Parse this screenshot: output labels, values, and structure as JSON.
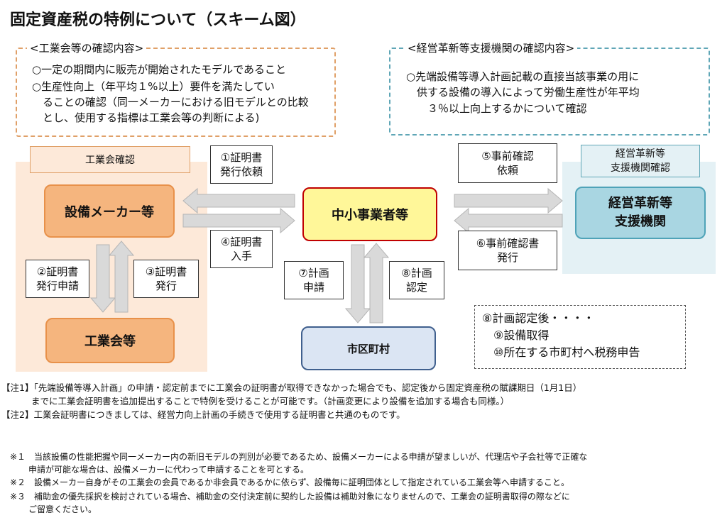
{
  "title": "固定資産税の特例について（スキーム図）",
  "kogyokai_check": {
    "heading": "<工業会等の確認内容>",
    "lines": [
      "○一定の期間内に販売が開始されたモデルであること",
      "○生産性向上（年平均１%以上）要件を満たしてい",
      "　ることの確認（同一メーカーにおける旧モデルとの比較",
      "　とし、使用する指標は工業会等の判断による)"
    ]
  },
  "shien_check": {
    "heading": "<経営革新等支援機関の確認内容>",
    "lines": [
      "○先端設備等導入計画記載の直接当該事業の用に",
      "　供する設備の導入によって労働生産性が年平均",
      "　　３％以上向上するかについて確認"
    ]
  },
  "zones": {
    "kogyokai": "工業会確認",
    "shien_line1": "経営革新等",
    "shien_line2": "支援機関確認"
  },
  "nodes": {
    "maker": "設備メーカー等",
    "sme": "中小事業者等",
    "kogyokai": "工業会等",
    "shien_line1": "経営革新等",
    "shien_line2": "支援機関",
    "city": "市区町村"
  },
  "labels": {
    "l1_a": "①証明書",
    "l1_b": "発行依頼",
    "l2_a": "②証明書",
    "l2_b": "発行申請",
    "l3_a": "③証明書",
    "l3_b": "発行",
    "l4_a": "④証明書",
    "l4_b": "入手",
    "l5_a": "⑤事前確認",
    "l5_b": "依頼",
    "l6_a": "⑥事前確認書",
    "l6_b": "発行",
    "l7_a": "⑦計画",
    "l7_b": "申請",
    "l8_a": "⑧計画",
    "l8_b": "認定"
  },
  "after": {
    "line1": "⑧計画認定後・・・・",
    "line2": "⑨設備取得",
    "line3": "⑩所在する市町村へ税務申告"
  },
  "notes": {
    "n1_a": "【注1】「先端設備等導入計画」の申請・認定前までに工業会の証明書が取得できなかった場合でも、認定後から固定資産税の賦課期日（1月1日）",
    "n1_b": "までに工業会証明書を追加提出することで特例を受けることが可能です。（計画変更により設備を追加する場合も同様。）",
    "n2": "【注2】工業会証明書につきましては、経営力向上計画の手続きで使用する証明書と共通のものです。"
  },
  "footnotes": {
    "f1_a": "※１　当該設備の性能把握や同一メーカー内の新旧モデルの判別が必要であるため、設備メーカーによる申請が望ましいが、代理店や子会社等で正確な",
    "f1_b": "申請が可能な場合は、設備メーカーに代わって申請することを可とする。",
    "f2": "※２　設備メーカー自身がその工業会の会員であるか非会員であるかに依らず、設備毎に証明団体として指定されている工業会等へ申請すること。",
    "f3_a": "※３　補助金の優先採択を検討されている場合、補助金の交付決定前に契約した設備は補助対象になりませんので、工業会の証明書取得の際などに",
    "f3_b": "ご留意ください。"
  }
}
